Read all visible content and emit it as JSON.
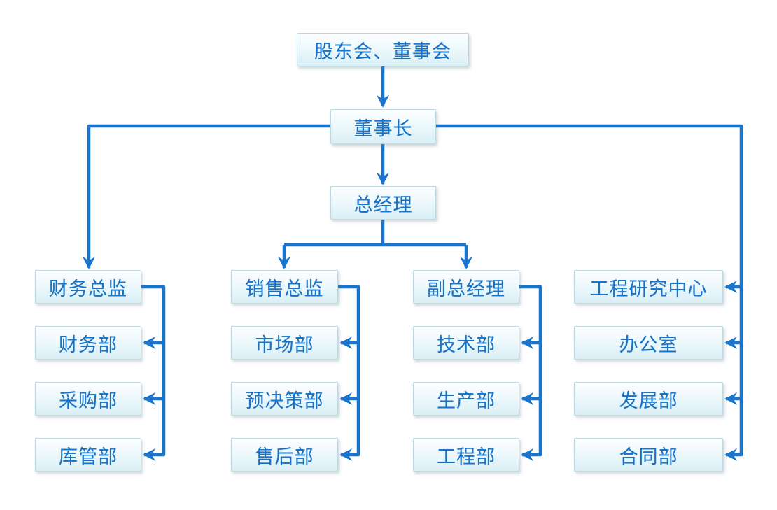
{
  "colors": {
    "line-blue": "#1874cd",
    "text-blue": "#1873c8",
    "box-border": "#bcd9e2",
    "box-top": "#fdfeff",
    "box-mid": "#eef9fc",
    "box-bottom": "#d9eff6",
    "page-bg": "#ffffff"
  },
  "icons": {
    "arrowhead": "stealth-arrow-icon"
  },
  "org": {
    "root": "股东会、董事会",
    "chairman": "董事长",
    "general_manager": "总经理",
    "columns": [
      {
        "head": "财务总监",
        "departments": [
          "财务部",
          "采购部",
          "库管部"
        ]
      },
      {
        "head": "销售总监",
        "departments": [
          "市场部",
          "预决策部",
          "售后部"
        ]
      },
      {
        "head": "副总经理",
        "departments": [
          "技术部",
          "生产部",
          "工程部"
        ]
      },
      {
        "head": "工程研究中心",
        "departments": [
          "办公室",
          "发展部",
          "合同部"
        ]
      }
    ]
  }
}
